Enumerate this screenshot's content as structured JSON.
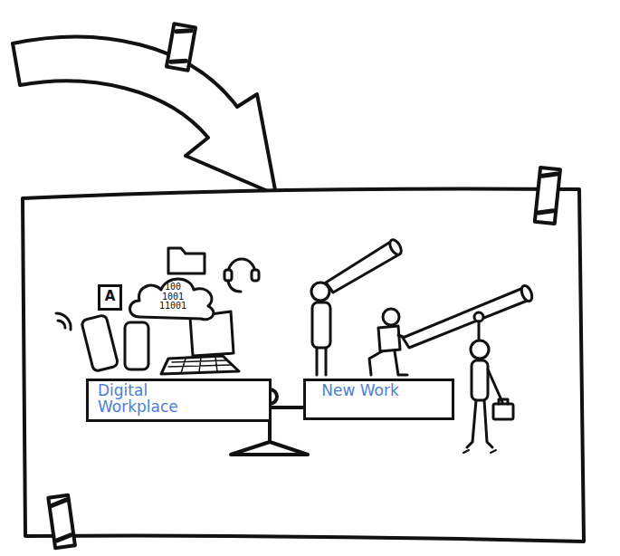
{
  "diagram": {
    "nodes": [
      {
        "text": [
          "A"
        ]
      },
      {
        "text": [
          "100 1001 11001"
        ]
      },
      {
        "text": [
          "Digital Workplace"
        ]
      },
      {
        "text": [
          "New Work"
        ]
      }
    ]
  }
}
